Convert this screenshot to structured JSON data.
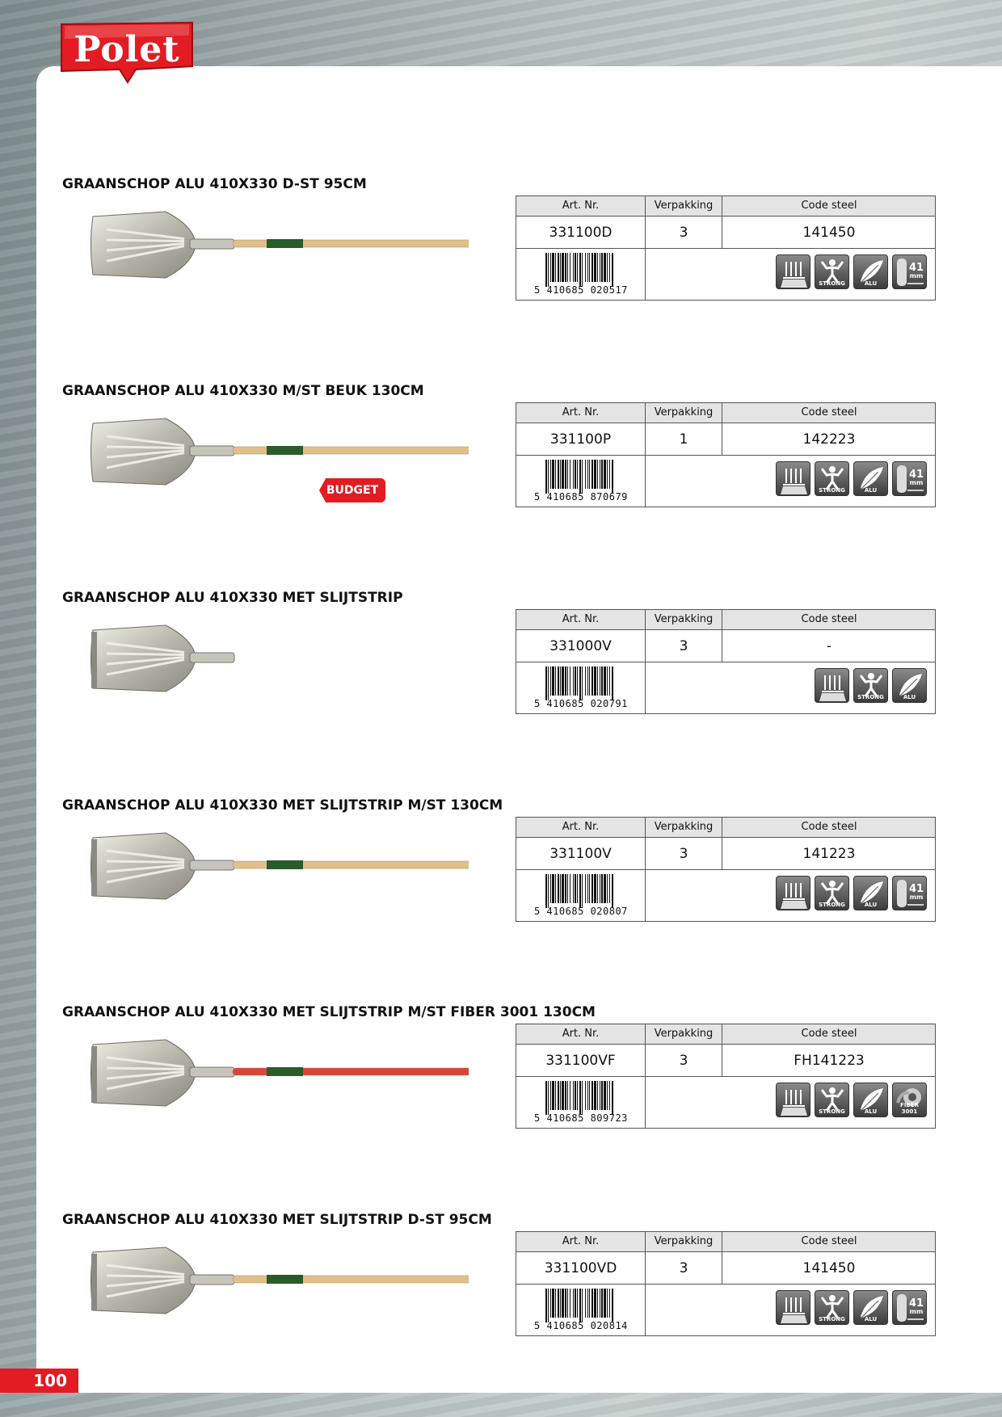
{
  "brand": "Polet",
  "page_number": "100",
  "table_headers": {
    "art_nr": "Art. Nr.",
    "verpakking": "Verpakking",
    "code_steel": "Code steel"
  },
  "icon_labels": {
    "strong": "STRONG",
    "alu": "ALU",
    "mm_value": "41",
    "mm_unit": "mm",
    "fiber": "FIBER 3001"
  },
  "products": [
    {
      "title": "GRAANSCHOP ALU 410X330  D-ST 95CM",
      "art_nr": "331100D",
      "verpakking": "3",
      "code_steel": "141450",
      "barcode": {
        "lead": "5",
        "left": "410685",
        "right": "020517"
      },
      "icons": [
        "fork-icon",
        "strong-icon",
        "alu-icon",
        "mm-icon"
      ],
      "handle": "d-grip",
      "shaft": "wood"
    },
    {
      "title": "GRAANSCHOP ALU 410X330  M/ST BEUK 130CM",
      "art_nr": "331100P",
      "verpakking": "1",
      "code_steel": "142223",
      "barcode": {
        "lead": "5",
        "left": "410685",
        "right": "870679"
      },
      "icons": [
        "fork-icon",
        "strong-icon",
        "alu-icon",
        "mm-icon"
      ],
      "handle": "long",
      "shaft": "wood",
      "badge": "BUDGET"
    },
    {
      "title": "GRAANSCHOP ALU 410X330 MET SLIJTSTRIP",
      "art_nr": "331000V",
      "verpakking": "3",
      "code_steel": "-",
      "barcode": {
        "lead": "5",
        "left": "410685",
        "right": "020791"
      },
      "icons": [
        "fork-icon",
        "strong-icon",
        "alu-icon"
      ],
      "handle": "none",
      "shaft": "none"
    },
    {
      "title": "GRAANSCHOP ALU 410X330 MET SLIJTSTRIP M/ST 130CM",
      "art_nr": "331100V",
      "verpakking": "3",
      "code_steel": "141223",
      "barcode": {
        "lead": "5",
        "left": "410685",
        "right": "020807"
      },
      "icons": [
        "fork-icon",
        "strong-icon",
        "alu-icon",
        "mm-icon"
      ],
      "handle": "long",
      "shaft": "wood"
    },
    {
      "title": "GRAANSCHOP ALU 410X330 MET SLIJTSTRIP M/ST FIBER 3001 130CM",
      "art_nr": "331100VF",
      "verpakking": "3",
      "code_steel": "FH141223",
      "barcode": {
        "lead": "5",
        "left": "410685",
        "right": "809723"
      },
      "icons": [
        "fork-icon",
        "strong-icon",
        "alu-icon",
        "fiber-icon"
      ],
      "handle": "long",
      "shaft": "fiber"
    },
    {
      "title": "GRAANSCHOP ALU 410X330 MET SLIJTSTRIP D-ST 95CM",
      "art_nr": "331100VD",
      "verpakking": "3",
      "code_steel": "141450",
      "barcode": {
        "lead": "5",
        "left": "410685",
        "right": "020814"
      },
      "icons": [
        "fork-icon",
        "strong-icon",
        "alu-icon",
        "mm-icon"
      ],
      "handle": "d-grip",
      "shaft": "wood"
    }
  ],
  "colors": {
    "brand_red": "#e31b23",
    "wood": "#e0c08a",
    "fiber": "#d9443a",
    "blade": "#c9c7bd"
  }
}
